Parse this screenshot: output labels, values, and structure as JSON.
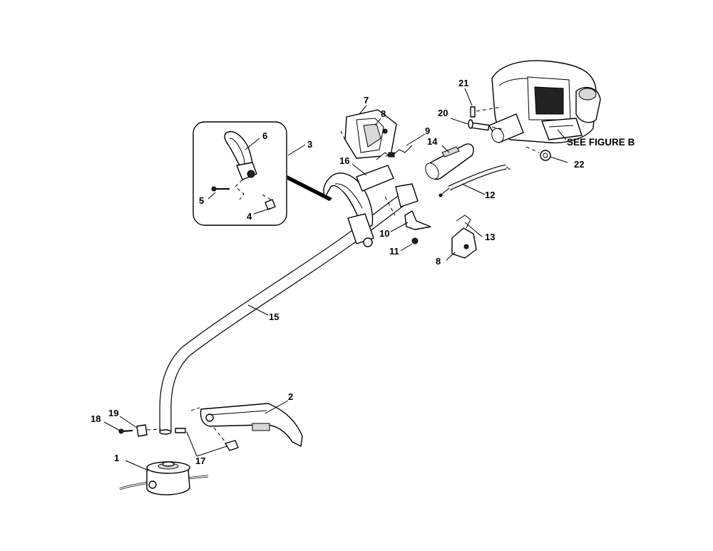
{
  "callouts": {
    "c1": "1",
    "c2": "2",
    "c3": "3",
    "c4": "4",
    "c5": "5",
    "c6": "6",
    "c7": "7",
    "c8a": "8",
    "c8b": "8",
    "c9": "9",
    "c10": "10",
    "c11": "11",
    "c12": "12",
    "c13": "13",
    "c14": "14",
    "c15": "15",
    "c16": "16",
    "c17": "17",
    "c18": "18",
    "c19": "19",
    "c20": "20",
    "c21": "21",
    "c22": "22"
  },
  "reference": {
    "see_figure": "SEE FIGURE B"
  }
}
